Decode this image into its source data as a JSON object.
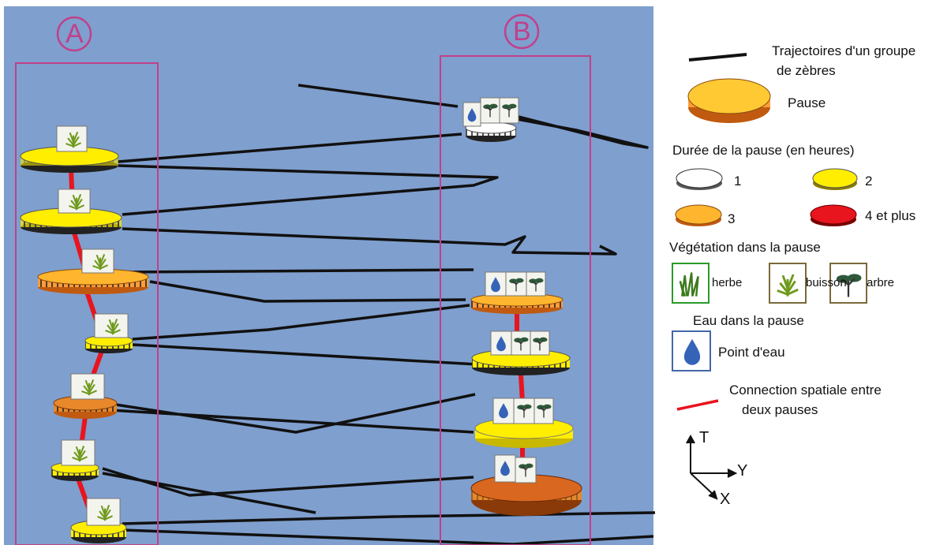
{
  "panels": [
    {
      "id": "A",
      "label": "A"
    },
    {
      "id": "B",
      "label": "B"
    }
  ],
  "legend": {
    "trajectory": {
      "line1": "Trajectoires d'un groupe",
      "line2": "de zèbres"
    },
    "pause": "Pause",
    "duration_title": "Durée de la pause (en heures)",
    "durations": [
      {
        "label": "1",
        "color": "#ffffff"
      },
      {
        "label": "2",
        "color": "#ffee00"
      },
      {
        "label": "3",
        "color": "#ffb62e"
      },
      {
        "label": "4 et plus",
        "color": "#e8141e"
      }
    ],
    "vegetation_title": "Végétation dans la pause",
    "vegetation": [
      {
        "label": "herbe",
        "icon": "grass-icon"
      },
      {
        "label": "buisson",
        "icon": "bush-icon"
      },
      {
        "label": "arbre",
        "icon": "tree-icon"
      }
    ],
    "water_title": "Eau dans la pause",
    "water": {
      "label": "Point d'eau",
      "icon": "water-drop-icon"
    },
    "connection": {
      "line1": "Connection spatiale entre",
      "line2": "deux pauses"
    },
    "axes": {
      "t": "T",
      "y": "Y",
      "x": "X"
    }
  },
  "colors": {
    "background": "#7f9fce",
    "panel_frame": "#c0408a",
    "trajectory": "#111111",
    "connection": "#e8141e"
  }
}
